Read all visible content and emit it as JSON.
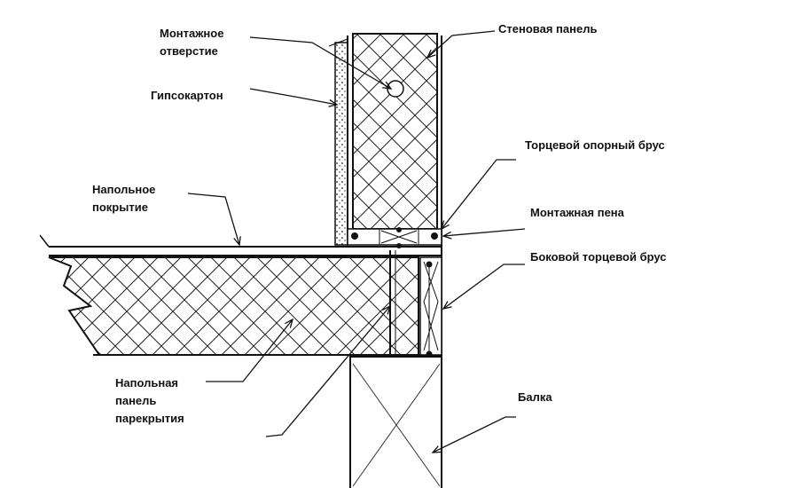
{
  "labels": {
    "mounting_hole_line1": "Монтажное",
    "mounting_hole_line2": "отверстие",
    "drywall": "Гипсокартон",
    "floor_covering_line1": "Напольное",
    "floor_covering_line2": "покрытие",
    "floor_panel_line1": "Напольная",
    "floor_panel_line2": "панель",
    "floor_panel_line3": "парекрытия",
    "wall_panel": "Стеновая панель",
    "end_support_beam": "Торцевой опорный брус",
    "mounting_foam": "Монтажная пена",
    "side_end_beam": "Боковой торцевой брус",
    "joist": "Балка"
  },
  "colors": {
    "line": "#111111",
    "background": "#ffffff"
  }
}
